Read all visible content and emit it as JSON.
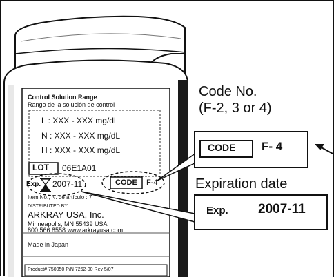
{
  "label": {
    "control_title_en": "Control Solution Range",
    "control_title_es": "Rango de la solución de control",
    "range_L": "L : XXX - XXX  mg/dL",
    "range_N": "N : XXX - XXX  mg/dL",
    "range_H": "H : XXX - XXX  mg/dL",
    "lot_tag": "LOT",
    "lot_value": "06E1A01",
    "exp_tag": "Exp.",
    "exp_value": "2007-11",
    "code_tag": "CODE",
    "code_value": "F-4",
    "item_no": "Item No., N. de artículo : 7",
    "distributed_by": "DISTRIBUTED BY",
    "company": "ARKRAY USA, Inc.",
    "address": "Minneapolis, MN 55439 USA",
    "contact": "800.566.8558   www.arkrayusa.com",
    "made_in": "Made in Japan",
    "product_line": "Product# 750050    P/N 7262-00   Rev 5/07"
  },
  "callouts": {
    "code_no_line1": "Code No.",
    "code_no_line2": "(F-2, 3 or 4)",
    "code_box_tag": "CODE",
    "code_box_value": "F- 4",
    "expiration_title": "Expiration date",
    "exp_box_tag": "Exp.",
    "exp_box_value": "2007-11"
  },
  "icons": [
    "hourglass-icon",
    "arrow-icon"
  ]
}
